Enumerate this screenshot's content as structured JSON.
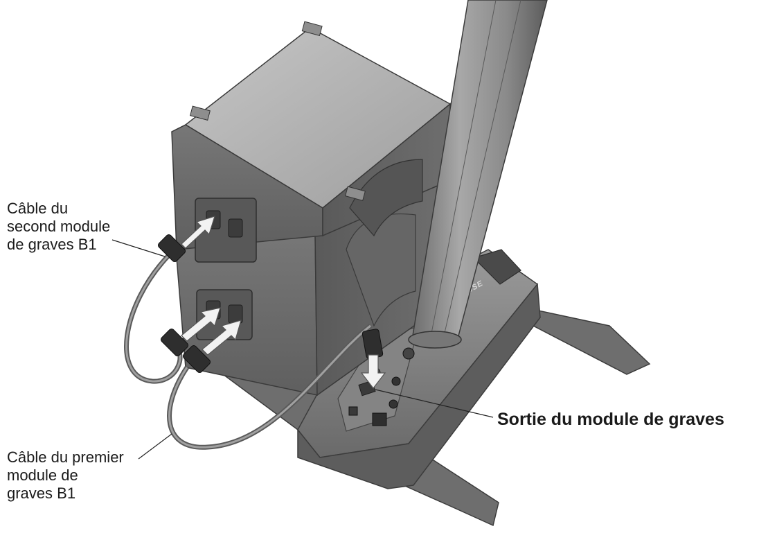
{
  "callouts": {
    "second_cable": {
      "lines": [
        "Câble du",
        "second module",
        "de graves B1"
      ]
    },
    "first_cable": {
      "lines": [
        "Câble du premier",
        "module de",
        "graves B1"
      ]
    },
    "bass_output": {
      "text": "Sortie du module de graves"
    }
  },
  "brand_mark": "BOSE",
  "colors": {
    "cabinet_face": "#6a6a6a",
    "cabinet_top": "#b4b4b4",
    "cabinet_side": "#555555",
    "base": "#7a7a7a",
    "column": "#8c8c8c",
    "cable": "#7d7d7d",
    "arrow": "#f2f2f2"
  }
}
